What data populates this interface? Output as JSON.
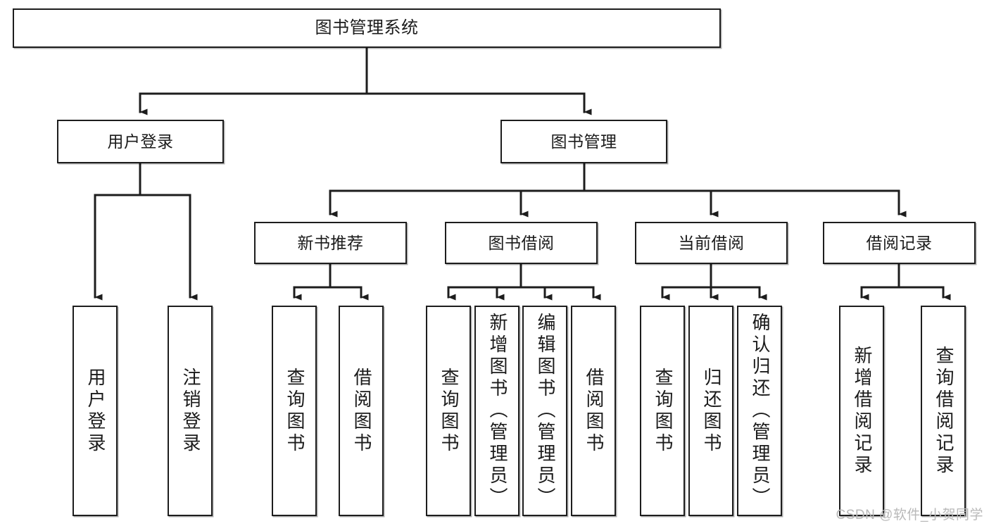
{
  "diagram": {
    "type": "tree",
    "title": "图书管理系统",
    "orientation": "top-down",
    "stroke_color": "#1d1d1d",
    "background_color": "#ffffff",
    "text_color": "#1b1b1b"
  },
  "nodes": {
    "root": {
      "label": "图书管理系统",
      "level": 0
    },
    "level1": [
      {
        "label": "用户登录",
        "level": 1
      },
      {
        "label": "图书管理",
        "level": 1
      }
    ],
    "level2": [
      {
        "label": "新书推荐",
        "level": 2,
        "parent": "图书管理"
      },
      {
        "label": "图书借阅",
        "level": 2,
        "parent": "图书管理"
      },
      {
        "label": "当前借阅",
        "level": 2,
        "parent": "图书管理"
      },
      {
        "label": "借阅记录",
        "level": 2,
        "parent": "图书管理"
      }
    ],
    "leaves": {
      "user_login": [
        {
          "label": "用户登录"
        },
        {
          "label": "注销登录"
        }
      ],
      "new_book_recommend": [
        {
          "label": "查询图书"
        },
        {
          "label": "借阅图书"
        }
      ],
      "book_borrow": [
        {
          "label": "查询图书"
        },
        {
          "label": "新增图书（管理员）"
        },
        {
          "label": "编辑图书（管理员）"
        },
        {
          "label": "借阅图书"
        }
      ],
      "current_borrow": [
        {
          "label": "查询图书"
        },
        {
          "label": "归还图书"
        },
        {
          "label": "确认归还（管理员）"
        }
      ],
      "borrow_record": [
        {
          "label": "新增借阅记录"
        },
        {
          "label": "查询借阅记录"
        }
      ]
    }
  },
  "watermark": {
    "text": "CSDN @软件_小贺同学"
  }
}
